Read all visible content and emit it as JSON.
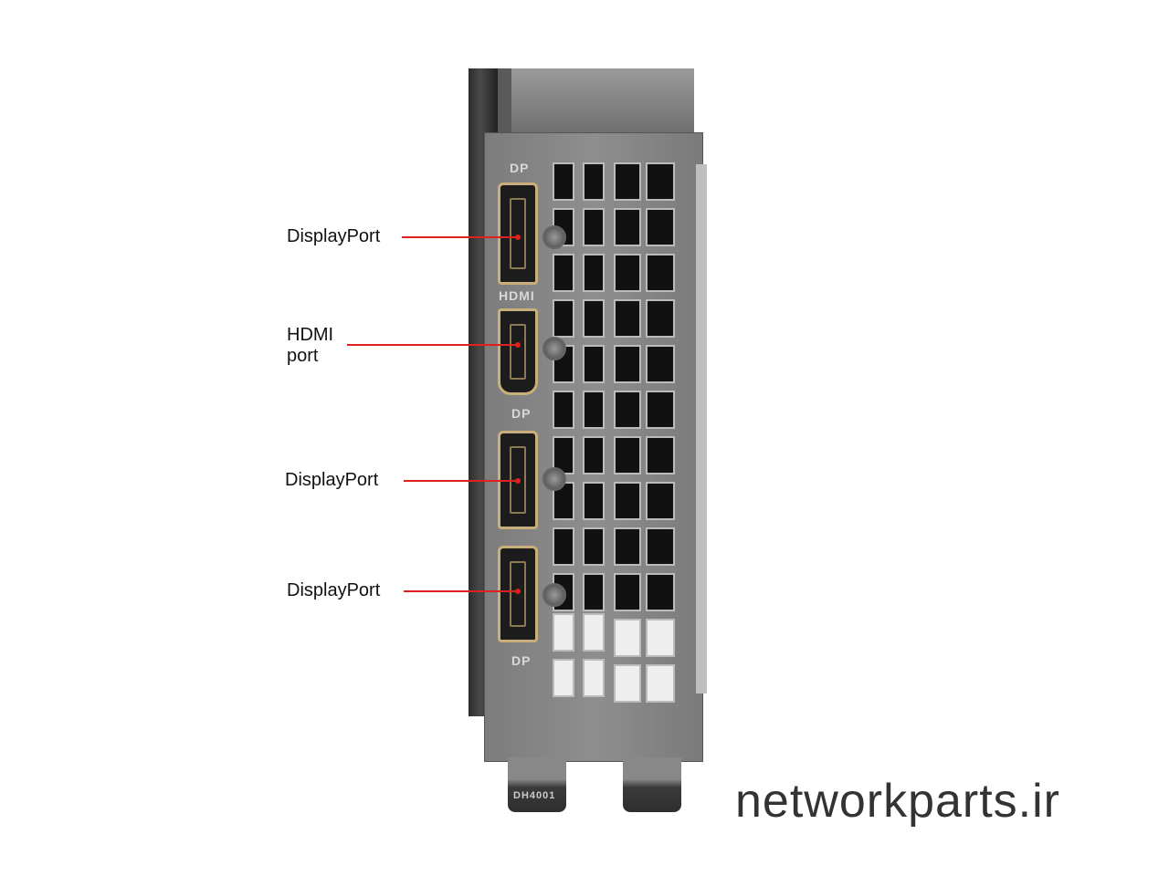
{
  "labels": [
    {
      "text": "DisplayPort"
    },
    {
      "text": "HDMI",
      "text2": "port"
    },
    {
      "text": "DisplayPort"
    },
    {
      "text": "DisplayPort"
    }
  ],
  "silkscreen": {
    "dp1": "DP",
    "hdmi": "HDMI",
    "dp2": "DP",
    "dp3": "DP",
    "part": "DH4001"
  },
  "watermark": "networkparts.ir",
  "colors": {
    "annotation": "#e0201c",
    "connector": "#c9b07a"
  }
}
